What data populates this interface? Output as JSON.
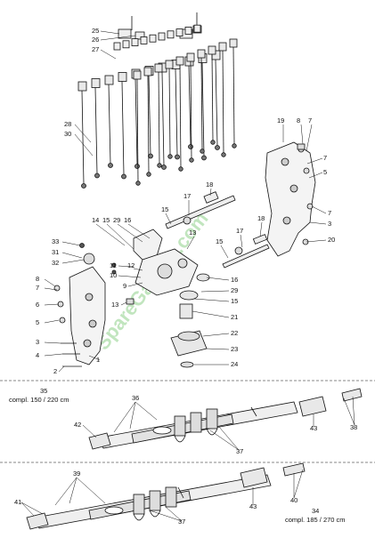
{
  "watermark": "SpareGarden.com",
  "callouts": [
    {
      "id": "c25",
      "text": "25"
    },
    {
      "id": "c26",
      "text": "26"
    },
    {
      "id": "c27",
      "text": "27"
    },
    {
      "id": "c28",
      "text": "28"
    },
    {
      "id": "c30",
      "text": "30"
    },
    {
      "id": "c19",
      "text": "19"
    },
    {
      "id": "c8a",
      "text": "8"
    },
    {
      "id": "c7a",
      "text": "7"
    },
    {
      "id": "c7b",
      "text": "7"
    },
    {
      "id": "c5a",
      "text": "5"
    },
    {
      "id": "c18a",
      "text": "18"
    },
    {
      "id": "c17a",
      "text": "17"
    },
    {
      "id": "c15a",
      "text": "15"
    },
    {
      "id": "c7c",
      "text": "7"
    },
    {
      "id": "c3a",
      "text": "3"
    },
    {
      "id": "c20",
      "text": "20"
    },
    {
      "id": "c18b",
      "text": "18"
    },
    {
      "id": "c17b",
      "text": "17"
    },
    {
      "id": "c15b",
      "text": "15"
    },
    {
      "id": "c14",
      "text": "14"
    },
    {
      "id": "c15c",
      "text": "15"
    },
    {
      "id": "c29a",
      "text": "29"
    },
    {
      "id": "c16a",
      "text": "16"
    },
    {
      "id": "c13a",
      "text": "13"
    },
    {
      "id": "c33",
      "text": "33"
    },
    {
      "id": "c31",
      "text": "31"
    },
    {
      "id": "c32",
      "text": "32"
    },
    {
      "id": "c11",
      "text": "11"
    },
    {
      "id": "c12",
      "text": "12"
    },
    {
      "id": "c10",
      "text": "10"
    },
    {
      "id": "c9",
      "text": "9"
    },
    {
      "id": "c16b",
      "text": "16"
    },
    {
      "id": "c29b",
      "text": "29"
    },
    {
      "id": "c15d",
      "text": "15"
    },
    {
      "id": "c13b",
      "text": "13"
    },
    {
      "id": "c21",
      "text": "21"
    },
    {
      "id": "c22",
      "text": "22"
    },
    {
      "id": "c23",
      "text": "23"
    },
    {
      "id": "c24",
      "text": "24"
    },
    {
      "id": "c8b",
      "text": "8"
    },
    {
      "id": "c7d",
      "text": "7"
    },
    {
      "id": "c6",
      "text": "6"
    },
    {
      "id": "c5b",
      "text": "5"
    },
    {
      "id": "c3b",
      "text": "3"
    },
    {
      "id": "c4",
      "text": "4"
    },
    {
      "id": "c2",
      "text": "2"
    },
    {
      "id": "c1",
      "text": "1"
    },
    {
      "id": "c35",
      "text": "35"
    },
    {
      "id": "c36",
      "text": "36"
    },
    {
      "id": "c42",
      "text": "42"
    },
    {
      "id": "c43a",
      "text": "43"
    },
    {
      "id": "c38",
      "text": "38"
    },
    {
      "id": "c37a",
      "text": "37"
    },
    {
      "id": "c39",
      "text": "39"
    },
    {
      "id": "c41",
      "text": "41"
    },
    {
      "id": "c43b",
      "text": "43"
    },
    {
      "id": "c40",
      "text": "40"
    },
    {
      "id": "c37b",
      "text": "37"
    },
    {
      "id": "c34",
      "text": "34"
    }
  ],
  "captions": {
    "upper_variant": "compl. 150 / 220 cm",
    "lower_variant": "compl. 185 / 270 cm"
  }
}
